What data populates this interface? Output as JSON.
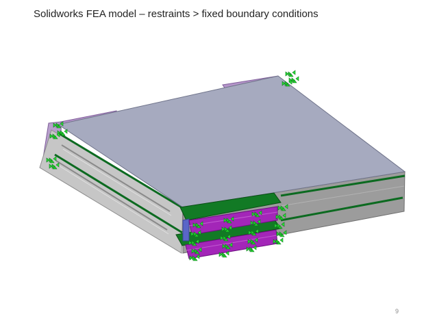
{
  "slide": {
    "title": "Solidworks FEA model – restraints > fixed boundary conditions",
    "page_number": "9"
  },
  "figure": {
    "subject": "solidworks-fea-assembly",
    "colors": {
      "top_face": "#a6aabf",
      "side_face": "#c6c6c6",
      "dark_side": "#9c9c9c",
      "green_layer": "#0c6a20",
      "bracket": "#b495c9",
      "magenta_block": "#a326b8",
      "restraint_green": "#1fcf2a"
    },
    "icons": [
      "fixed-restraint-arrow-icon"
    ]
  }
}
